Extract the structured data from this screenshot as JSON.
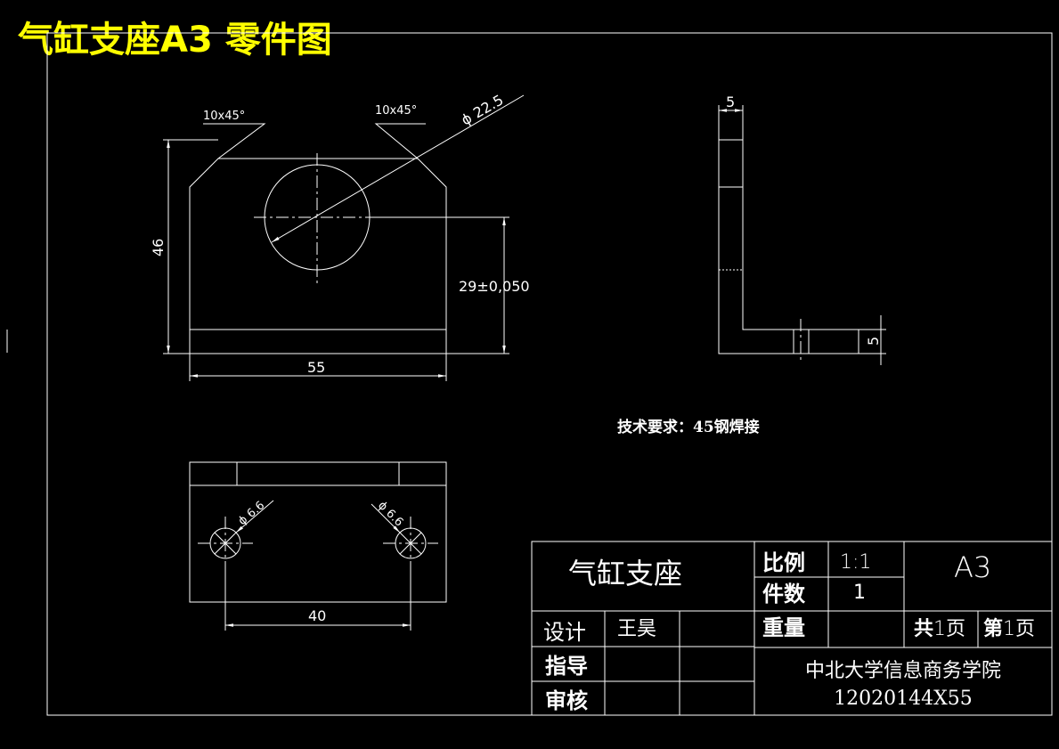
{
  "header_title": "气缸支座A3 零件图",
  "colors": {
    "background": "#000000",
    "lines": "#ffffff",
    "title": "#ffff00"
  },
  "front_view": {
    "chamfer_left": "10x45°",
    "chamfer_right": "10x45°",
    "hole_diameter": "ϕ 22.5",
    "height": "46",
    "hole_center_height": "29±0,050",
    "width": "55"
  },
  "side_view": {
    "thickness_top": "5",
    "thickness_base": "5"
  },
  "bottom_view": {
    "hole_left": "ϕ 6.6",
    "hole_right": "ϕ 6.6",
    "hole_spacing": "40"
  },
  "technical_requirements": "技术要求：45钢焊接",
  "title_block": {
    "part_name": "气缸支座",
    "scale_label": "比例",
    "scale_value": "1:1",
    "quantity_label": "件数",
    "quantity_value": "1",
    "sheet_size": "A3",
    "weight_label": "重量",
    "designer_label": "设计",
    "designer_name": "王昊",
    "guide_label": "指导",
    "review_label": "审核",
    "total_pages_prefix": "共",
    "total_pages_value": "1",
    "total_pages_suffix": "页",
    "page_prefix": "第",
    "page_value": "1",
    "page_suffix": "页",
    "institution": "中北大学信息商务学院",
    "student_id": "12020144X55"
  }
}
